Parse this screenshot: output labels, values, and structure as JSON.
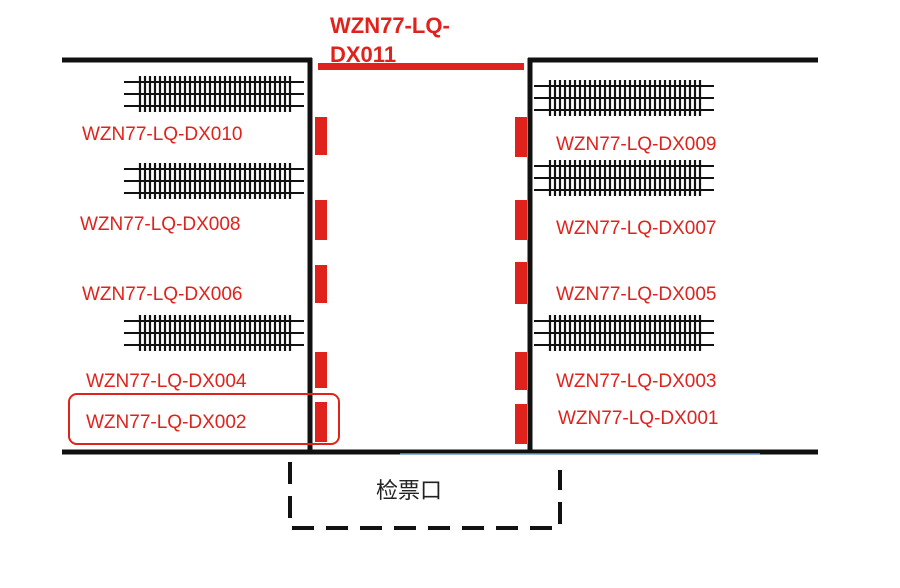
{
  "colors": {
    "accent": "#e0221c",
    "line": "#111111"
  },
  "labels": {
    "top": "WZN77-LQ-DX011",
    "dx010": "WZN77-LQ-DX010",
    "dx009": "WZN77-LQ-DX009",
    "dx008": "WZN77-LQ-DX008",
    "dx007": "WZN77-LQ-DX007",
    "dx006": "WZN77-LQ-DX006",
    "dx005": "WZN77-LQ-DX005",
    "dx004": "WZN77-LQ-DX004",
    "dx003": "WZN77-LQ-DX003",
    "dx002": "WZN77-LQ-DX002",
    "dx001": "WZN77-LQ-DX001"
  },
  "gate": {
    "label": "检票口"
  },
  "highlight": {
    "target": "WZN77-LQ-DX002"
  }
}
